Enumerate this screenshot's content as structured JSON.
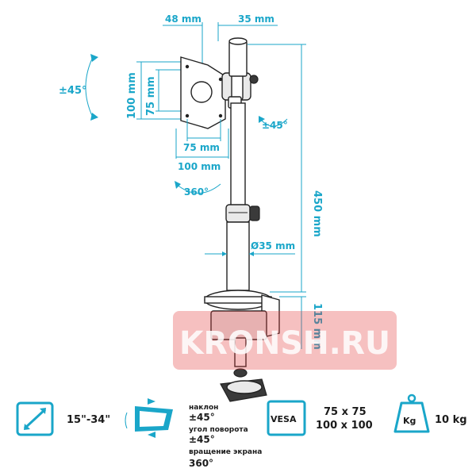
{
  "dimensions": {
    "offset_left": "48 mm",
    "offset_right": "35 mm",
    "vesa_h_outer": "100 mm",
    "vesa_h_inner": "75 mm",
    "vesa_w_inner": "75 mm",
    "vesa_w_outer": "100 mm",
    "pole_height": "450 mm",
    "pole_diameter": "Ø35 mm",
    "clamp_height": "115 mm",
    "tilt": "±45°",
    "swivel": "±45°",
    "rotation": "360°"
  },
  "watermark": "KRONSH.RU",
  "specs": {
    "screen_size": "15\"-34\"",
    "tilt_label": "наклон",
    "tilt_value": "±45°",
    "swivel_label": "угол поворота",
    "swivel_value": "±45°",
    "rotation_label": "вращение экрана",
    "rotation_value": "360°",
    "vesa_badge": "VESA",
    "vesa_value_1": "75 x 75",
    "vesa_value_2": "100 x 100",
    "weight_badge": "Kg",
    "weight_value": "10 kg"
  },
  "colors": {
    "accent": "#1aa6c9",
    "watermark": "#e33b3b",
    "text": "#1b1b1b"
  },
  "icons": [
    "diagonal-arrow-icon",
    "monitor-rotation-icon",
    "vesa-icon",
    "weight-icon"
  ]
}
